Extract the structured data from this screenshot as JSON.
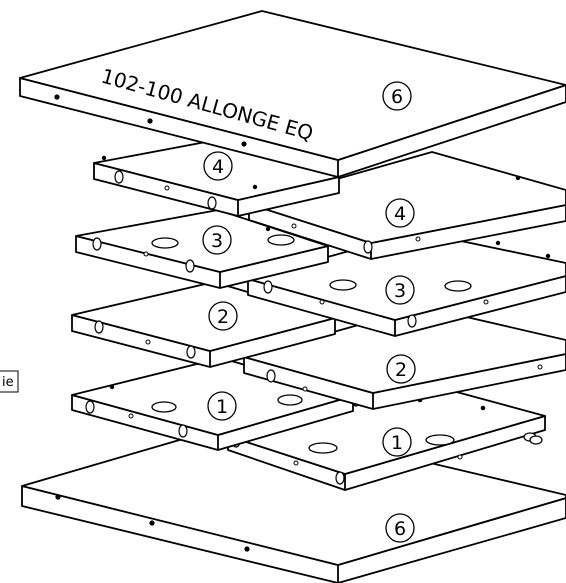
{
  "diagram": {
    "title": "102-100 ALLONGE EQ",
    "frame_fragment": "ie",
    "part_labels": {
      "top_panel": "6",
      "left_shelf_4": "4",
      "right_shelf_4": "4",
      "left_shelf_3": "3",
      "right_shelf_3": "3",
      "left_shelf_2": "2",
      "right_shelf_2": "2",
      "left_shelf_1": "1",
      "right_shelf_1": "1",
      "bottom_panel": "6"
    }
  }
}
